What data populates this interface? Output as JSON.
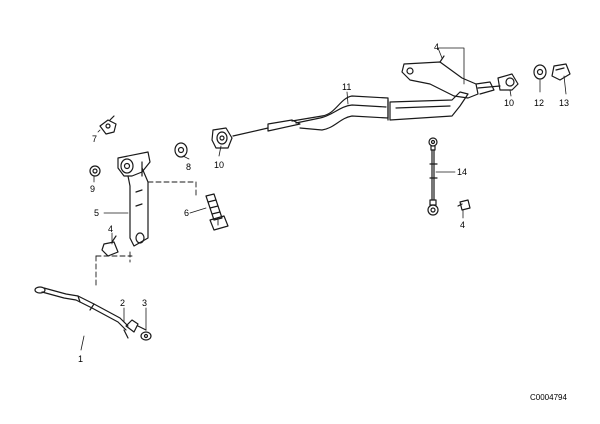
{
  "diagram": {
    "callouts": {
      "c1": "1",
      "c2": "2",
      "c3": "3",
      "c4a": "4",
      "c4b": "4",
      "c4c": "4",
      "c5": "5",
      "c6": "6",
      "c7": "7",
      "c8": "8",
      "c9": "9",
      "c10a": "10",
      "c10b": "10",
      "c11": "11",
      "c12": "12",
      "c13": "13",
      "c14": "14"
    },
    "document_id": "C0004794",
    "stroke_color": "#1a1a1a"
  }
}
